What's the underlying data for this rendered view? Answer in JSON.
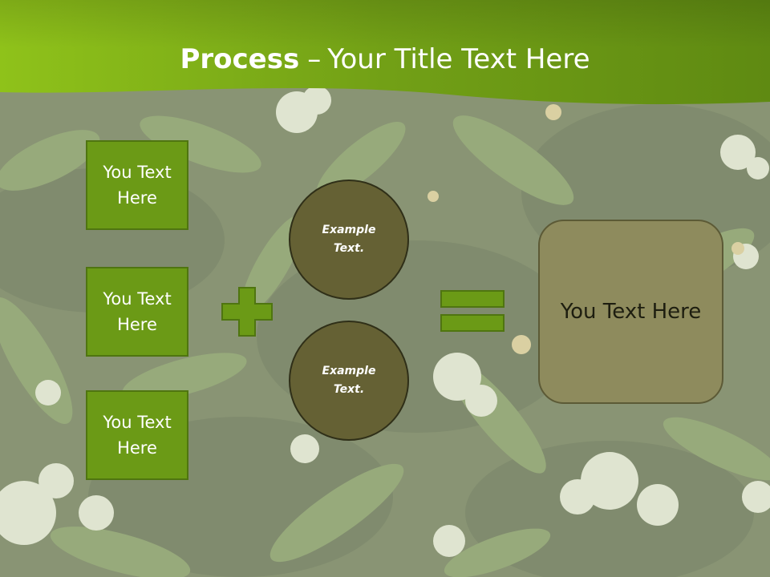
{
  "title": {
    "bold": "Process",
    "dash": "–",
    "rest": "Your Title Text Here"
  },
  "left_boxes": [
    {
      "label": "You Text Here"
    },
    {
      "label": "You Text Here"
    },
    {
      "label": "You Text Here"
    }
  ],
  "circles": [
    {
      "label": "Example Text."
    },
    {
      "label": "Example Text."
    }
  ],
  "result": {
    "label": "You Text Here"
  },
  "colors": {
    "header_green": "#7aa51a",
    "box_green": "#6b9a16",
    "circle_olive": "#656134",
    "result_khaki": "#8e8b5d"
  }
}
